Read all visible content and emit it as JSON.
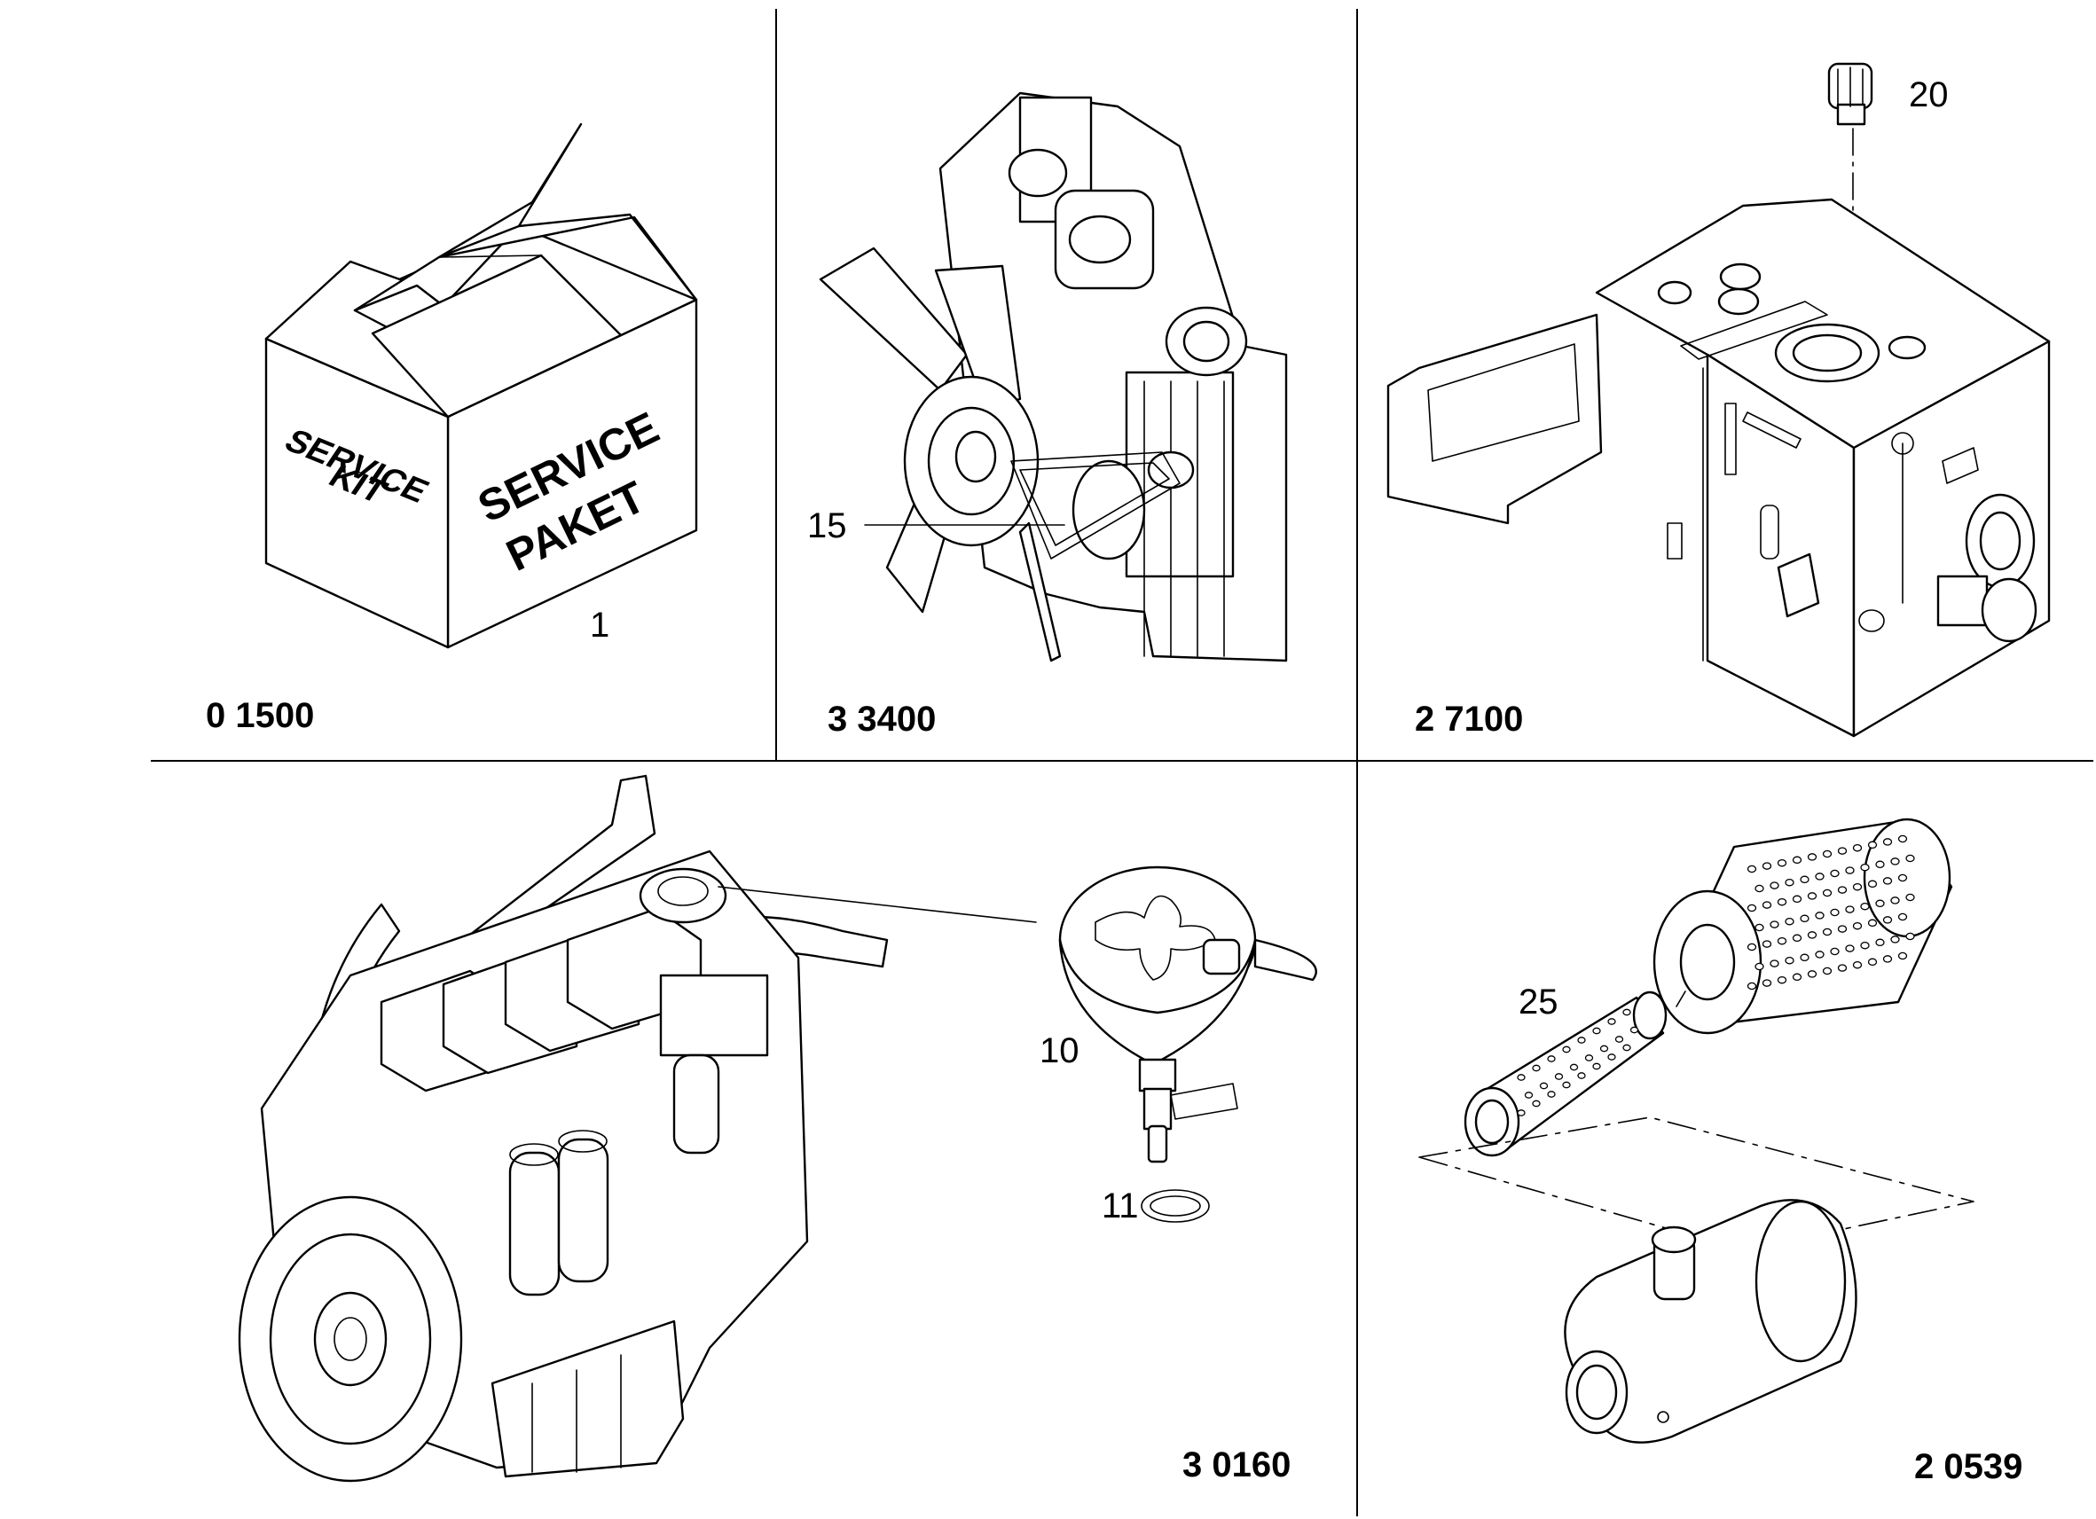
{
  "panels": [
    {
      "id": "service-kit",
      "code": "0 1500",
      "callouts": [
        "1"
      ],
      "box_text": {
        "left": [
          "SERVICE",
          "KIT"
        ],
        "right": [
          "SERVICE",
          "PAKET"
        ]
      }
    },
    {
      "id": "fan-belt",
      "code": "3 3400",
      "callouts": [
        "15"
      ]
    },
    {
      "id": "hydraulic-tank",
      "code": "2 7100",
      "callouts": [
        "20"
      ]
    },
    {
      "id": "engine-breather",
      "code": "3 0160",
      "callouts": [
        "10",
        "11"
      ]
    },
    {
      "id": "air-filter",
      "code": "2 0539",
      "callouts": [
        "25"
      ]
    }
  ]
}
